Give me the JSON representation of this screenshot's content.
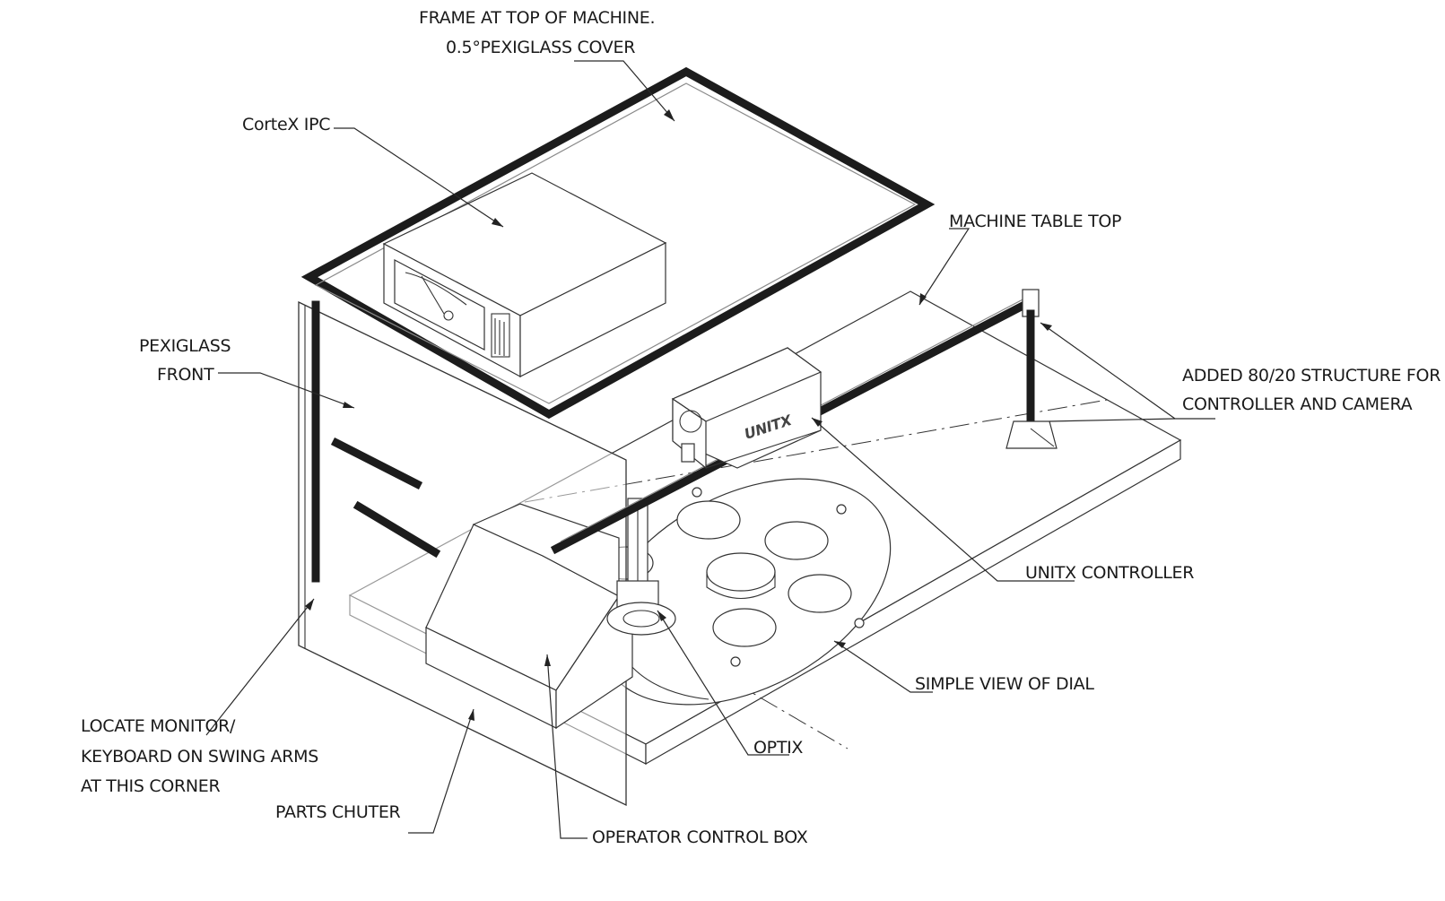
{
  "labels": {
    "frame_top": "FRAME AT TOP OF MACHINE.",
    "pexiglass_cover": "0.5°PEXIGLASS COVER",
    "cortex_ipc": "CorteX IPC",
    "machine_table_top": "MACHINE TABLE TOP",
    "pexiglass": "PEXIGLASS",
    "front": "FRONT",
    "added_structure_1": "ADDED 80/20 STRUCTURE FOR",
    "added_structure_2": "CONTROLLER AND CAMERA",
    "unitx_controller": "UNITX CONTROLLER",
    "simple_view_dial": "SIMPLE VIEW OF DIAL",
    "locate_monitor_1": "LOCATE MONITOR/",
    "locate_monitor_2": "KEYBOARD ON SWING ARMS",
    "locate_monitor_3": "AT THIS CORNER",
    "optix": "OPTIX",
    "parts_chuter": "PARTS CHUTER",
    "operator_control_box": "OPERATOR CONTROL BOX",
    "brand_mark": "UNITX"
  },
  "colors": {
    "line": "#333333",
    "extrusion": "#1c1c1c",
    "background": "#ffffff"
  }
}
